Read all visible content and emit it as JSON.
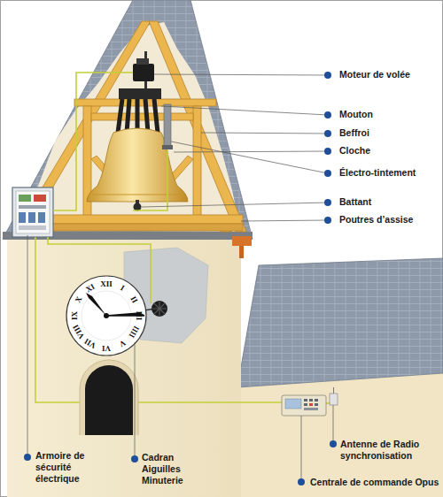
{
  "diagram": {
    "labels": [
      "Moteur de volée",
      "Mouton",
      "Beffroi",
      "Cloche",
      "Électro-tintement",
      "Battant",
      "Poutres d’assise",
      "Armoire de sécurité électrique",
      "Cadran Aiguilles Minuterie",
      "Antenne de Radio synchronisation",
      "Centrale de commande Opus",
      "XII",
      "I",
      "II",
      "III",
      "IIII",
      "V",
      "VI",
      "VII",
      "VIII",
      "IX",
      "X",
      "XI"
    ]
  }
}
